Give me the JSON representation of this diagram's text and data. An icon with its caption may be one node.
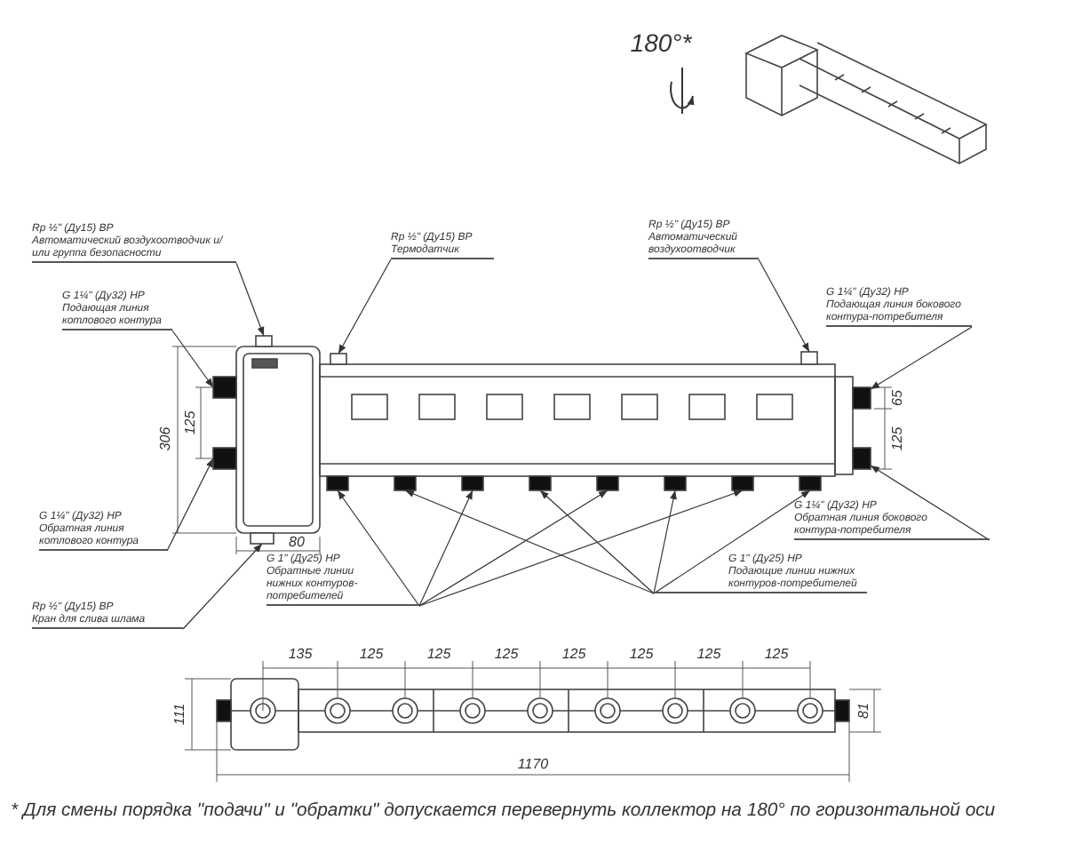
{
  "diagram": {
    "caption": "* Для смены порядка \"подачи\" и \"обратки\" допускается перевернуть коллектор на 180° по горизонтальной оси",
    "nodes": [
      {
        "text": [
          "Rp ½\" (Ду15) ВР",
          "Автоматический воздухоотводчик и/или группа безопасности"
        ]
      },
      {
        "text": [
          "Rp ½\" (Ду15) ВР",
          "Термодатчик"
        ]
      },
      {
        "text": [
          "Rp ½\" (Ду15) ВР",
          "Автоматический воздухоотводчик"
        ]
      },
      {
        "text": [
          "G 1¼\" (Ду32) НР",
          "Подающая линия котлового контура"
        ]
      },
      {
        "text": [
          "G 1¼\" (Ду32) НР",
          "Подающая линия бокового контура-потребителя"
        ]
      },
      {
        "text": [
          "G 1¼\" (Ду32) НР",
          "Обратная линия котлового контура"
        ]
      },
      {
        "text": [
          "G 1¼\" (Ду32) НР",
          "Обратная линия бокового контура-потребителя"
        ]
      },
      {
        "text": [
          "G 1\" (Ду25) НР",
          "Обратные линии нижних контуров-потребителей"
        ]
      },
      {
        "text": [
          "G 1\" (Ду25) НР",
          "Подающие линии нижних контуров-потребителей"
        ]
      },
      {
        "text": [
          "Rp ½\" (Ду15) ВР",
          "Кран для слива шлама"
        ]
      },
      {
        "text": [],
        "shape": "box"
      },
      {
        "text": [],
        "shape": "box"
      },
      {
        "text": [],
        "shape": "box"
      },
      {
        "text": [],
        "shape": "box"
      },
      {
        "text": [],
        "shape": "box"
      },
      {
        "text": [],
        "shape": "box"
      },
      {
        "text": [],
        "shape": "box"
      },
      {
        "text": [],
        "shape": "box"
      },
      {
        "text": [],
        "shape": "box"
      },
      {
        "text": [],
        "shape": "box"
      },
      {
        "text": [],
        "shape": "box"
      },
      {
        "text": [],
        "shape": "box"
      },
      {
        "text": [],
        "shape": "box"
      },
      {
        "text": [],
        "shape": "box"
      },
      {
        "text": [],
        "shape": "box"
      },
      {
        "text": [],
        "shape": "box"
      }
    ],
    "edges": [
      {
        "from": 0,
        "to": 10,
        "arrow": "to"
      },
      {
        "from": 1,
        "to": 11,
        "arrow": "to"
      },
      {
        "from": 2,
        "to": 12,
        "arrow": "to"
      },
      {
        "from": 3,
        "to": 13,
        "arrow": "to"
      },
      {
        "from": 4,
        "to": 14,
        "arrow": "to"
      },
      {
        "from": 5,
        "to": 15,
        "arrow": "to"
      },
      {
        "from": 6,
        "to": 16,
        "arrow": "to"
      },
      {
        "from": 7,
        "to": 17,
        "arrow": "to"
      },
      {
        "from": 7,
        "to": 19,
        "arrow": "to"
      },
      {
        "from": 7,
        "to": 21,
        "arrow": "to"
      },
      {
        "from": 7,
        "to": 23,
        "arrow": "to"
      },
      {
        "from": 8,
        "to": 18,
        "arrow": "to"
      },
      {
        "from": 8,
        "to": 20,
        "arrow": "to"
      },
      {
        "from": 8,
        "to": 22,
        "arrow": "to"
      },
      {
        "from": 8,
        "to": 24,
        "arrow": "to"
      },
      {
        "from": 9,
        "to": 25,
        "arrow": "to"
      }
    ],
    "labels": [
      "180°*",
      "306",
      "125",
      "80",
      "65",
      "125",
      "135",
      "125",
      "125",
      "125",
      "125",
      "125",
      "125",
      "125",
      "111",
      "81",
      "1170"
    ]
  }
}
